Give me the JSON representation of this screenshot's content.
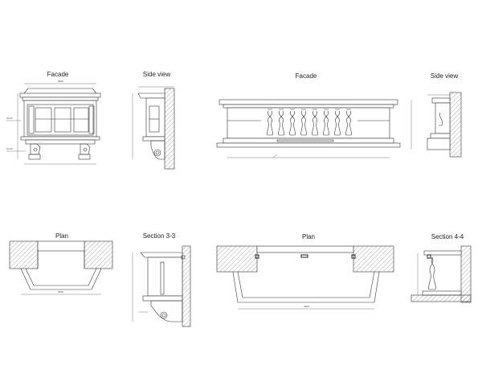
{
  "views": {
    "facade_1": "Facade",
    "side_view_1": "Side view",
    "facade_2": "Facade",
    "side_view_2": "Side view",
    "plan_1": "Plan",
    "section_3_3": "Section 3-3",
    "plan_2": "Plan",
    "section_4_4": "Section 4-4"
  }
}
